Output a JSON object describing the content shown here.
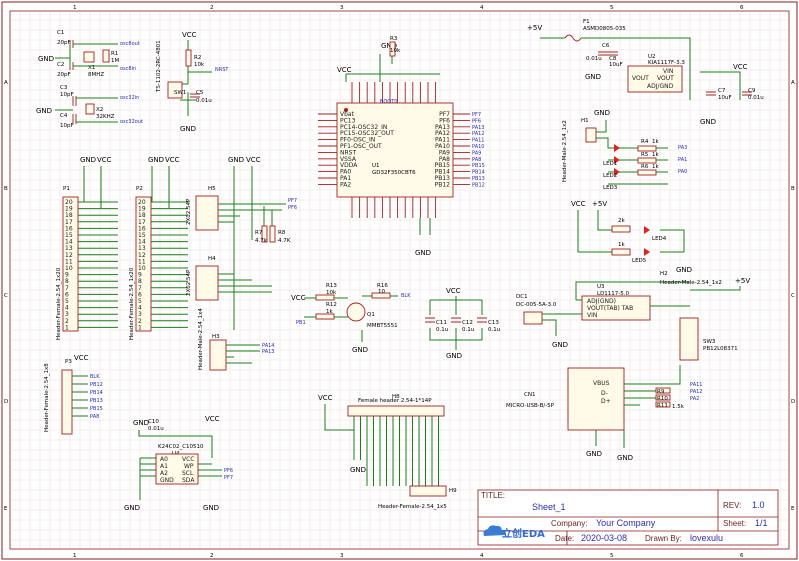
{
  "title_block": {
    "title_label": "TITLE:",
    "title": "Sheet_1",
    "rev_label": "REV:",
    "rev": "1.0",
    "company_label": "Company:",
    "company": "Your Company",
    "sheet_label": "Sheet:",
    "sheet": "1/1",
    "date_label": "Date:",
    "date": "2020-03-08",
    "drawn_label": "Drawn By:",
    "drawn_by": "lovexulu",
    "logo": "立创EDA"
  },
  "border": {
    "cols": [
      "1",
      "2",
      "3",
      "4",
      "5",
      "6"
    ],
    "rows": [
      "A",
      "B",
      "C",
      "D",
      "E"
    ]
  },
  "power": {
    "vcc": "VCC",
    "gnd": "GND",
    "v5": "+5V"
  },
  "parts": {
    "c1": "C1",
    "c1v": "20pF",
    "c2": "C2",
    "c2v": "20pF",
    "x1": "X1",
    "x1v": "8MHZ",
    "r1": "R1",
    "r1v": "1M",
    "c3": "C3",
    "c3v": "10pF",
    "c4": "C4",
    "c4v": "10pF",
    "x2": "X2",
    "x2v": "32KHZ",
    "r2": "R2",
    "r2v": "10k",
    "sw1": "SW1",
    "sw1p": "TS-1102-2RC-4801",
    "c5": "C5",
    "c5v": "0.01u",
    "nrst": "NRST",
    "r3": "R3",
    "r3v": "10k",
    "u1": "U1",
    "u1v": "GD32F350CBT6",
    "f1": "F1",
    "f1v": "ASMD0805-035",
    "c6": "C6",
    "c6v": "0.01u",
    "c8": "C8",
    "c8v": "10uF",
    "u2": "U2",
    "u2v": "KIA1117F-3.3",
    "vin": "VIN",
    "vout1": "VOUT",
    "vout2": "VOUT",
    "adj": "ADJ/GND",
    "c7": "C7",
    "c7v": "10uF",
    "c9": "C9",
    "c9v": "0.01u",
    "h1": "H1",
    "h1p": "Header-Male-2.54_1x2",
    "r4": "R4",
    "r4v": "1k",
    "r5": "R5",
    "r5v": "1k",
    "r6": "R6",
    "r6v": "1k",
    "led1": "LED1",
    "led2": "LED2",
    "led3": "LED3",
    "led4": "LED4",
    "led5": "LED5",
    "r2k": "2k",
    "r1k": "1k",
    "p1": "P1",
    "p1p": "Header-Female-2.54_1x20",
    "p2": "P2",
    "p2p": "Header-Female-2.54_1x20",
    "h5": "H5",
    "h5p": "2X02.54P",
    "h4": "H4",
    "h4p": "2X02.54P",
    "h3": "H3",
    "h3p": "Header-Male-2.54_1x4",
    "r7": "R7",
    "r7v": "4.7k",
    "r8": "R8",
    "r8v": "4.7K",
    "r13": "R13",
    "r13v": "10k",
    "r12": "R12",
    "r12v": "1k",
    "r16": "R16",
    "r16v": "10",
    "q1": "Q1",
    "q1v": "MMBT5551",
    "c11": "C11",
    "c11v": "0.1u",
    "c12": "C12",
    "c12v": "0.1u",
    "c13": "C13",
    "c13v": "0.1u",
    "dc1": "DC1",
    "dc1p": "DC-005-5A-3.0",
    "u3": "U3",
    "u3v": "LD1117-5.0",
    "u3a": "ADJ(GND)",
    "u3b": "VOUT(TAB) TAB",
    "u3c": "VIN",
    "h2": "H2",
    "h2p": "Header-Male-2.54_1x2",
    "sw3": "SW3",
    "sw3p": "PB12L08371",
    "cn1": "CN1",
    "cn1p": "MICRO-USB-B/-5P",
    "vbus": "VBUS",
    "dm": "D-",
    "dp": "D+",
    "r9": "R9",
    "r10": "R10",
    "r11": "R11",
    "r11v": "1.5k",
    "p3": "P3",
    "p3p": "Header-Female-2.54_1x8",
    "c10": "C10",
    "c10v": "0.01u",
    "u4": "U4",
    "u4v": "K24C02_C10510",
    "a0": "A0",
    "a1": "A1",
    "a2": "A2",
    "gndp": "GND",
    "vccp": "VCC",
    "wp": "WP",
    "scl": "SCL",
    "sda": "SDA",
    "h8": "H8",
    "h8p": "Female header 2.54-1*14P",
    "h9": "H9",
    "h9p": "Header-Female-2.54_1x5"
  },
  "nets": {
    "osc8out": "osc8out",
    "osc8in": "osc8in",
    "osc32in": "osc32in",
    "osc32out": "osc32out",
    "blk": "BLK",
    "pa14": "PA14",
    "pa13": "PA13",
    "pf7": "PF7",
    "pf6": "PF6",
    "pb1": "PB1",
    "pa11": "PA11",
    "pa12": "PA12",
    "pa3": "PA3",
    "pa1": "PA1",
    "pa0": "PA0",
    "pa2": "PA2",
    "boot0": "BOOT0"
  },
  "u1_left": [
    "Vbat",
    "PC13",
    "PC14-OSC32_IN",
    "PC15-OSC32_OUT",
    "PF0-OSC_IN",
    "PF1-OSC_OUT",
    "NRST",
    "VSSA",
    "VDDA",
    "PA0",
    "PA1",
    "PA2"
  ],
  "u1_right": [
    "PF7",
    "PF6",
    "PA13",
    "PA12",
    "PA11",
    "PA10",
    "PA9",
    "PA8",
    "PB15",
    "PB14",
    "PB13",
    "PB12"
  ],
  "p3_nets": [
    "BLK",
    "PB12",
    "PB14",
    "PB13",
    "PB15",
    "PA8"
  ],
  "u4_nets": [
    "PF6",
    "PF7"
  ]
}
